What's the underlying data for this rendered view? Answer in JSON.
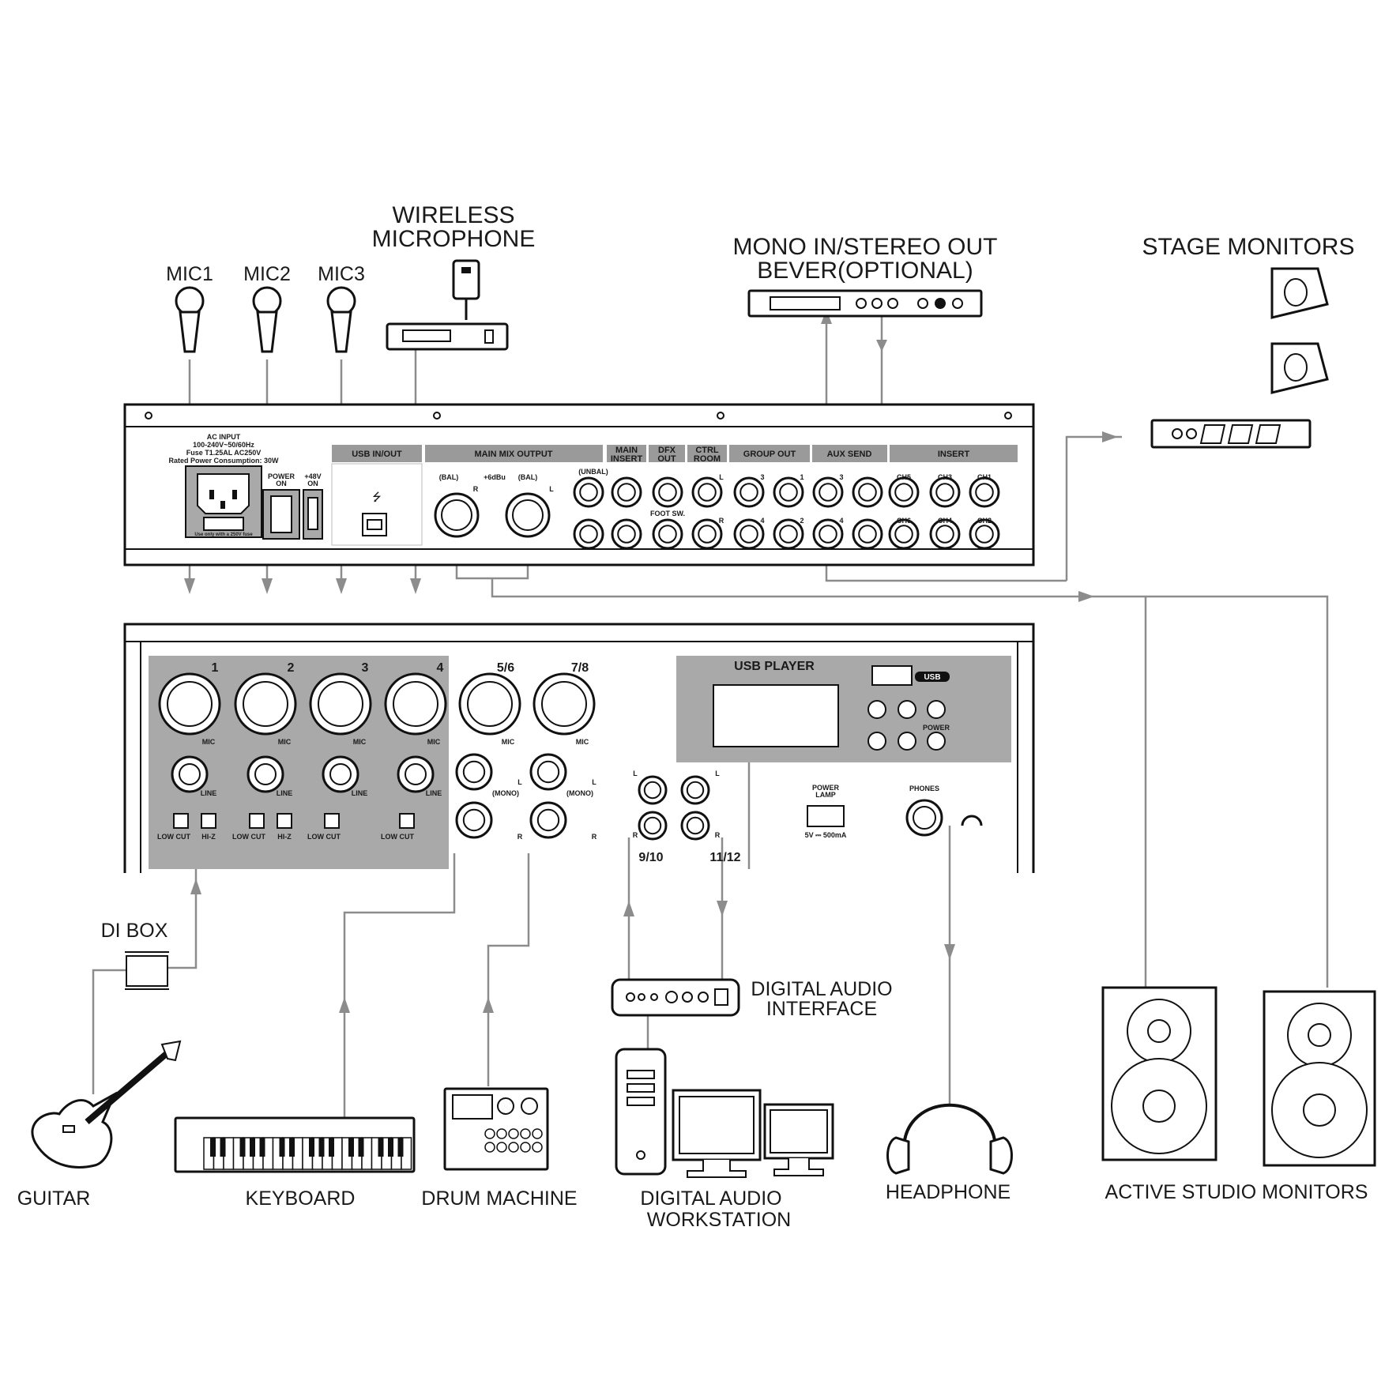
{
  "devices": {
    "wireless": [
      "WIRELESS",
      "MICROPHONE"
    ],
    "bever": [
      "MONO IN/STEREO OUT",
      "BEVER(OPTIONAL)"
    ],
    "stage_monitors": "STAGE MONITORS",
    "mic1": "MIC1",
    "mic2": "MIC2",
    "mic3": "MIC3",
    "di_box": "DI BOX",
    "guitar": "GUITAR",
    "keyboard": "KEYBOARD",
    "drum_machine": "DRUM MACHINE",
    "daw": [
      "DIGITAL AUDIO",
      "WORKSTATION"
    ],
    "interface": [
      "DIGITAL AUDIO",
      "INTERFACE"
    ],
    "headphone": "HEADPHONE",
    "active_monitors": "ACTIVE STUDIO MONITORS"
  },
  "rear_panel": {
    "ac_input": [
      "AC INPUT",
      "100-240V~50/60Hz",
      "Fuse T1.25AL AC250V",
      "Rated Power Consumption: 30W"
    ],
    "fuse_note": "Use only with a 250V fuse",
    "power_on": [
      "POWER",
      "ON"
    ],
    "phantom": [
      "+48V",
      "ON"
    ],
    "usb_inout": "USB IN/OUT",
    "main_mix_output": "MAIN MIX OUTPUT",
    "bal": "(BAL)",
    "plus6dbu": "+6dBu",
    "unbal": "(UNBAL)",
    "main_insert": [
      "MAIN",
      "INSERT"
    ],
    "dfx_out": [
      "DFX",
      "OUT"
    ],
    "foot_sw": "FOOT SW.",
    "ctrl_room": [
      "CTRL",
      "ROOM"
    ],
    "group_out": "GROUP OUT",
    "aux_send": "AUX SEND",
    "insert": "INSERT",
    "L": "L",
    "R": "R",
    "group_nums": [
      "3",
      "1",
      "4",
      "2"
    ],
    "aux_nums": [
      "3",
      "4"
    ],
    "insert_chs": [
      "CH5",
      "CH3",
      "CH1",
      "CH6",
      "CH4",
      "CH2"
    ]
  },
  "front_panel": {
    "channels": [
      "1",
      "2",
      "3",
      "4",
      "5/6",
      "7/8"
    ],
    "mic": "MIC",
    "line": "LINE",
    "low_cut": "LOW CUT",
    "hi_z": "HI-Z",
    "mono": "(MONO)",
    "L": "L",
    "R": "R",
    "ch_9_10": "9/10",
    "ch_11_12": "11/12",
    "usb_player": "USB PLAYER",
    "usb_logo": "USB",
    "power_btn": "POWER",
    "power_lamp": [
      "POWER",
      "LAMP"
    ],
    "lamp_rating": "5V ⎓ 500mA",
    "phones": "PHONES"
  },
  "colors": {
    "line": "#8c8c8c",
    "panel": "#a9a9a9",
    "ink": "#111111"
  }
}
